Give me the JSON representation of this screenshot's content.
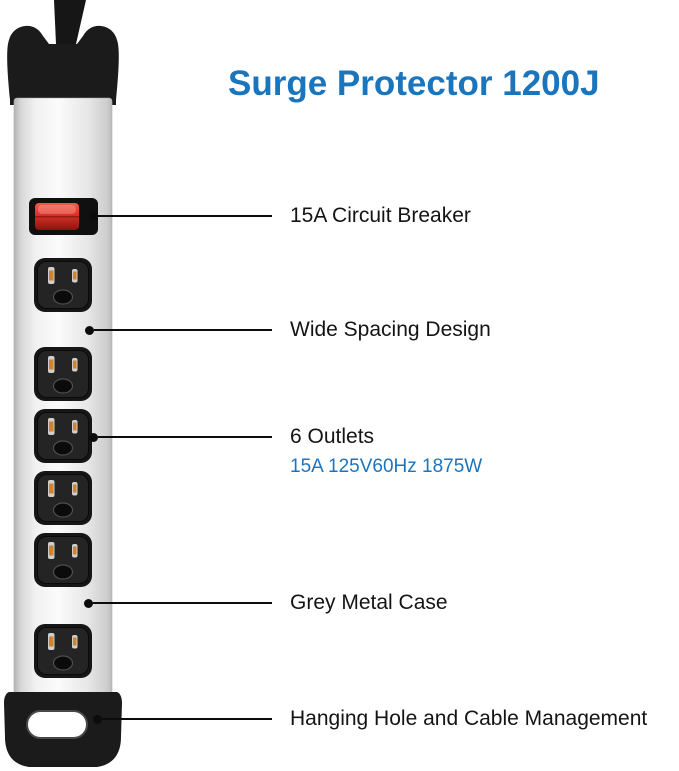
{
  "title": "Surge Protector 1200J",
  "callouts": [
    {
      "label": "15A Circuit Breaker"
    },
    {
      "label": "Wide Spacing Design"
    },
    {
      "label": "6 Outlets",
      "spec": "15A 125V60Hz 1875W"
    },
    {
      "label": "Grey Metal Case"
    },
    {
      "label": "Hanging Hole and Cable Management"
    }
  ],
  "product_illustration": {
    "outlet_count": 6,
    "colors": {
      "accent_blue": "#1b75bc",
      "switch_red": "#e03427",
      "case_grey": "#ededed",
      "cap_black": "#1b1b1b"
    }
  }
}
